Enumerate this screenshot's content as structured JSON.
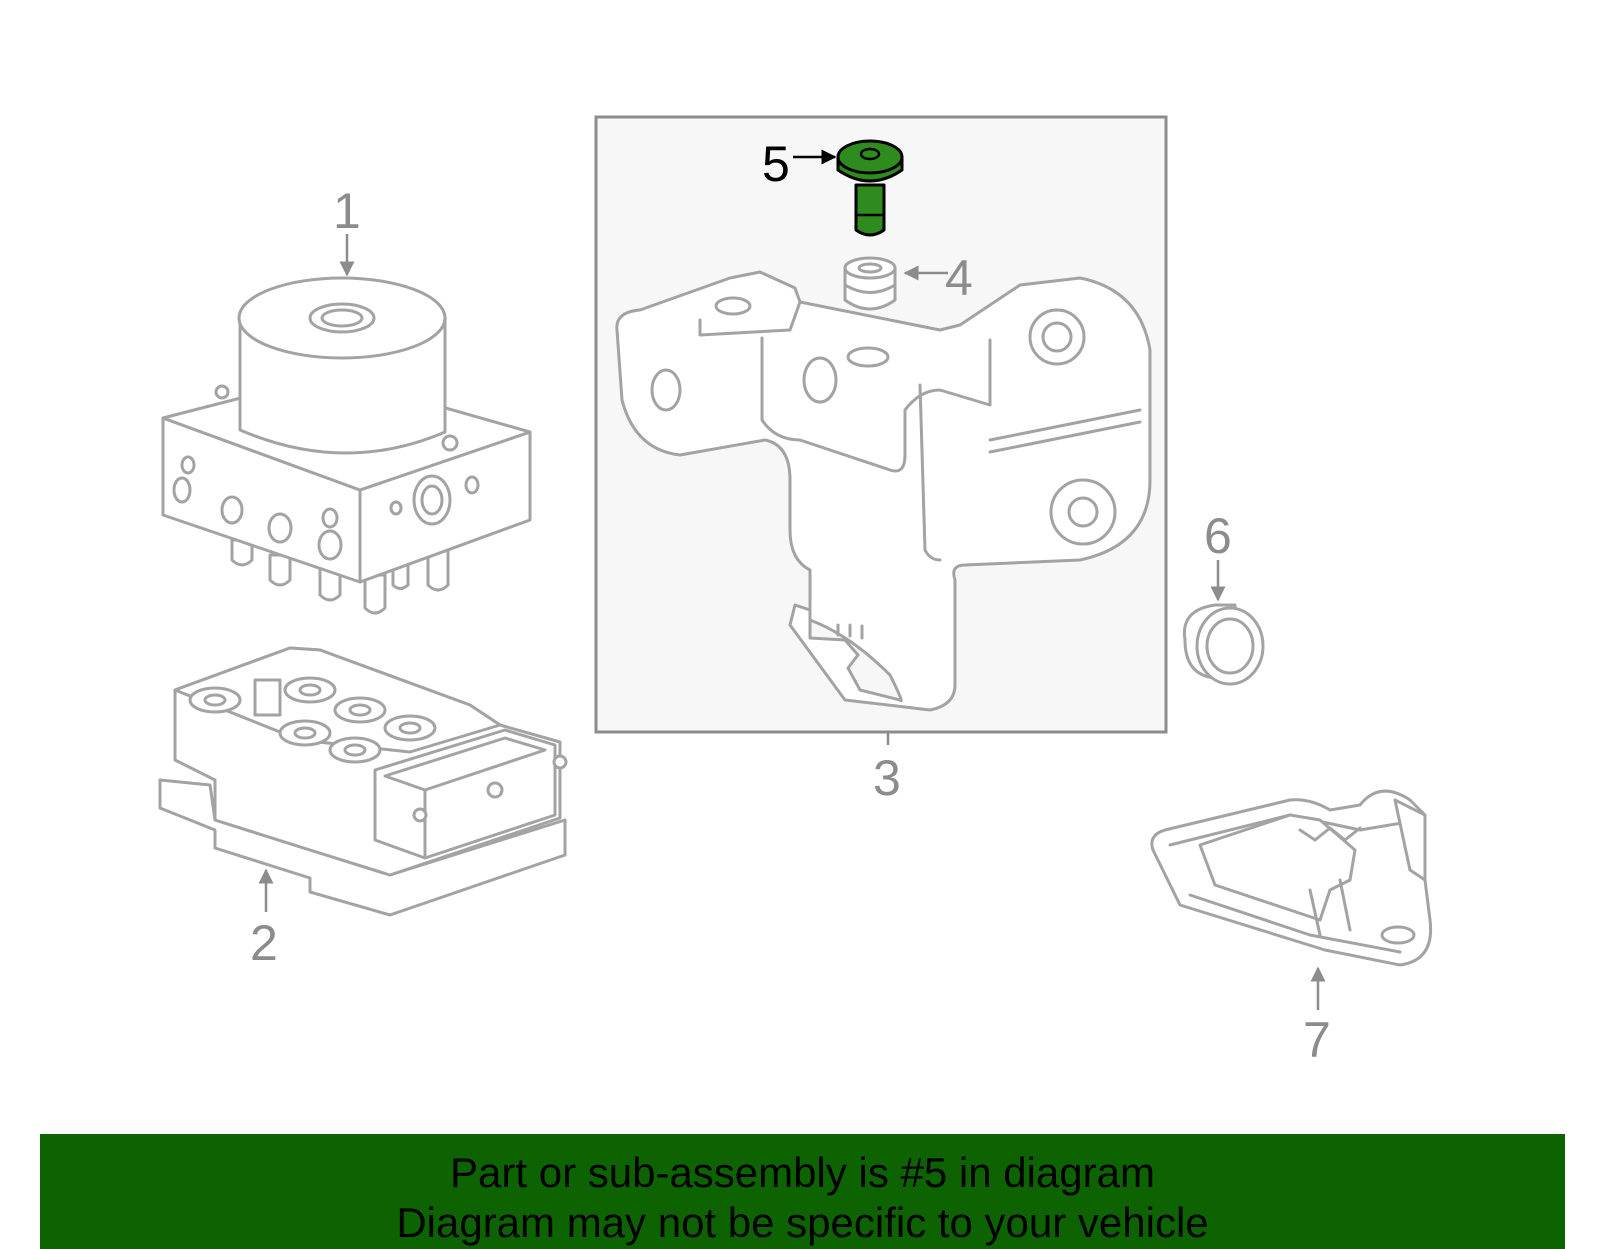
{
  "diagram": {
    "highlighted_part": "5",
    "highlight_color": "#2e8b1e",
    "callouts": {
      "c1": "1",
      "c2": "2",
      "c3": "3",
      "c4": "4",
      "c5": "5",
      "c6": "6",
      "c7": "7"
    },
    "parts": [
      {
        "callout": "1",
        "icon": "abs-modulator-assembly-icon"
      },
      {
        "callout": "2",
        "icon": "abs-control-unit-icon"
      },
      {
        "callout": "3",
        "icon": "mounting-bracket-icon"
      },
      {
        "callout": "4",
        "icon": "rubber-grommet-icon"
      },
      {
        "callout": "5",
        "icon": "mounting-bolt-icon"
      },
      {
        "callout": "6",
        "icon": "cap-plug-icon"
      },
      {
        "callout": "7",
        "icon": "sensor-module-icon"
      }
    ]
  },
  "banner": {
    "line1": "Part or sub-assembly is #5 in diagram",
    "line2": "Diagram may not be specific to your vehicle",
    "background": "#0d6300"
  }
}
